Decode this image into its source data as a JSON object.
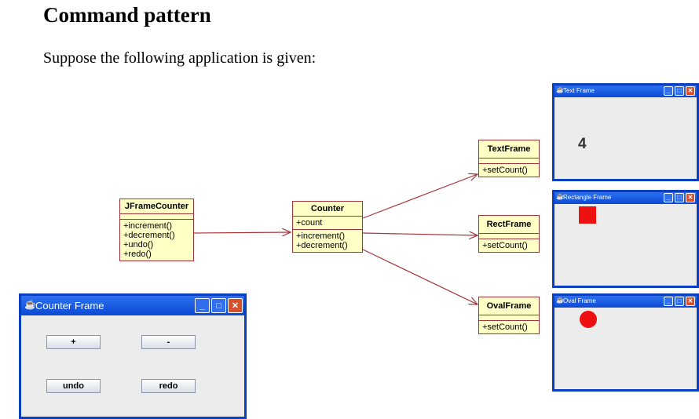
{
  "doc": {
    "title": "Command pattern",
    "intro": "Suppose the following application is given:"
  },
  "classes": {
    "jframecounter": {
      "name": "JFrameCounter",
      "methods": [
        "+increment()",
        "+decrement()",
        "+undo()",
        "+redo()"
      ]
    },
    "counter": {
      "name": "Counter",
      "attributes": [
        "+count"
      ],
      "methods": [
        "+increment()",
        "+decrement()"
      ]
    },
    "textframe": {
      "name": "TextFrame",
      "methods": [
        "+setCount()"
      ]
    },
    "rectframe": {
      "name": "RectFrame",
      "methods": [
        "+setCount()"
      ]
    },
    "ovalframe": {
      "name": "OvalFrame",
      "methods": [
        "+setCount()"
      ]
    }
  },
  "windows": {
    "text": {
      "title": "Text Frame",
      "value": "4"
    },
    "rect": {
      "title": "Rectangle Frame"
    },
    "oval": {
      "title": "Oval Frame"
    },
    "counter": {
      "title": "Counter Frame",
      "buttons": {
        "plus": "+",
        "minus": "-",
        "undo": "undo",
        "redo": "redo"
      }
    }
  },
  "icons": {
    "java": "java-cup-icon",
    "min": "minimize-icon",
    "max": "maximize-icon",
    "close": "close-icon"
  },
  "colors": {
    "uml_fill": "#ffffc6",
    "uml_border": "#a4333a",
    "titlebar": "#0b49d4",
    "shape": "#ee1111"
  }
}
